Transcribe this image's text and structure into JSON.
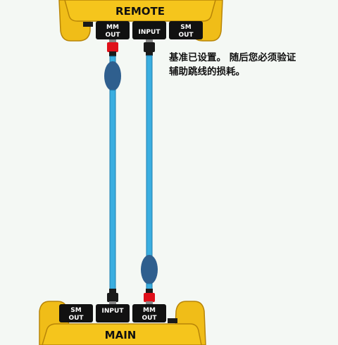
{
  "remote": {
    "title": "REMOTE",
    "ports": [
      {
        "line1": "MM",
        "line2": "OUT"
      },
      {
        "line1": "INPUT",
        "line2": ""
      },
      {
        "line1": "SM",
        "line2": "OUT"
      }
    ]
  },
  "main": {
    "title": "MAIN",
    "ports": [
      {
        "line1": "SM",
        "line2": "OUT"
      },
      {
        "line1": "INPUT",
        "line2": ""
      },
      {
        "line1": "MM",
        "line2": "OUT"
      }
    ]
  },
  "instruction": {
    "text": "基准已设置。 随后您必须验证\n辅助跳线的损耗。"
  },
  "colors": {
    "unit_body": "#f2c21b",
    "unit_shade": "#c8900a",
    "port_panel": "#111111",
    "fiber": "#3aaee0",
    "fiber_edge": "#1f7fb0",
    "coupler": "#2f5f8e",
    "connector_red": "#e0101a",
    "connector_black": "#1a1a1a"
  }
}
